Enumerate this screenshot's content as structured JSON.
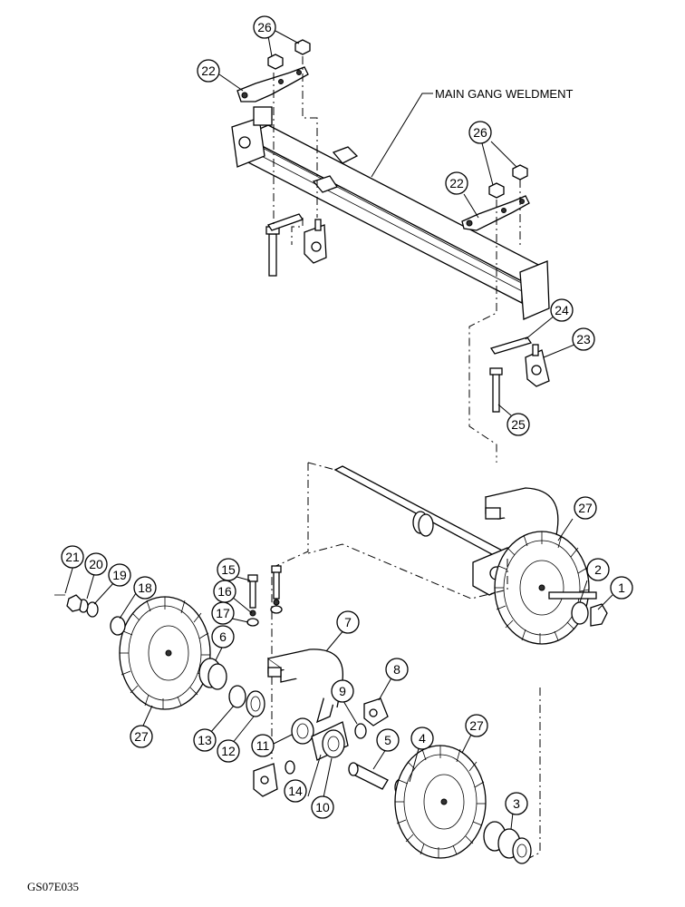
{
  "drawing": {
    "label_main_gang": "MAIN GANG WELDMENT",
    "drawing_code": "GS07E035"
  },
  "callouts": {
    "c1": "1",
    "c2": "2",
    "c3": "3",
    "c4": "4",
    "c5": "5",
    "c6": "6",
    "c7": "7",
    "c8": "8",
    "c9": "9",
    "c10": "10",
    "c11": "11",
    "c12": "12",
    "c13": "13",
    "c14": "14",
    "c15": "15",
    "c16": "16",
    "c17": "17",
    "c18": "18",
    "c19": "19",
    "c20": "20",
    "c21": "21",
    "c22a": "22",
    "c22b": "22",
    "c23": "23",
    "c24": "24",
    "c25": "25",
    "c26a": "26",
    "c26b": "26",
    "c27a": "27",
    "c27b": "27",
    "c27c": "27"
  }
}
